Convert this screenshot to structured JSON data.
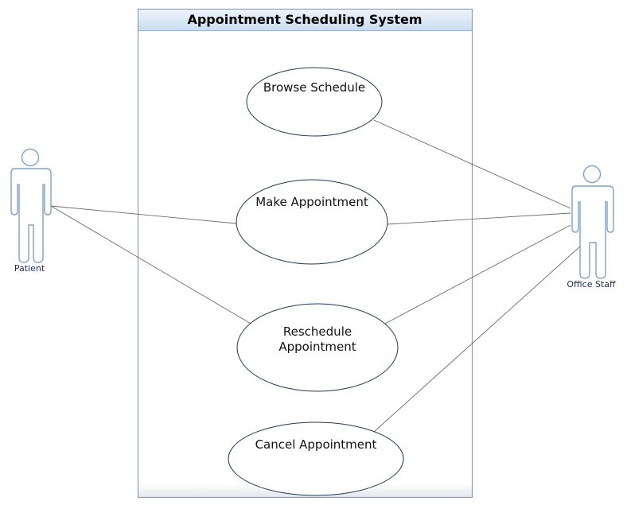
{
  "system": {
    "title": "Appointment Scheduling System"
  },
  "actors": [
    {
      "id": "patient",
      "label": "Patient"
    },
    {
      "id": "office-staff",
      "label": "Office Staff"
    }
  ],
  "use_cases": [
    {
      "id": "browse-schedule",
      "lines": [
        "Browse Schedule"
      ]
    },
    {
      "id": "make-appointment",
      "lines": [
        "Make Appointment"
      ]
    },
    {
      "id": "reschedule-appointment",
      "lines": [
        "Reschedule",
        "Appointment"
      ]
    },
    {
      "id": "cancel-appointment",
      "lines": [
        "Cancel Appointment"
      ]
    }
  ],
  "associations": [
    {
      "actor": "patient",
      "use_case": "make-appointment"
    },
    {
      "actor": "patient",
      "use_case": "reschedule-appointment"
    },
    {
      "actor": "office-staff",
      "use_case": "browse-schedule"
    },
    {
      "actor": "office-staff",
      "use_case": "make-appointment"
    },
    {
      "actor": "office-staff",
      "use_case": "reschedule-appointment"
    },
    {
      "actor": "office-staff",
      "use_case": "cancel-appointment"
    }
  ],
  "colors": {
    "system_border": "#7ea3c8",
    "system_header_top": "#eef5fc",
    "system_header_bottom": "#c9dcef",
    "actor_outline": "#7ea3c8",
    "actor_label": "#1a2e66",
    "use_case_outline": "#1f3b57",
    "association_line": "#6b6b6b"
  }
}
